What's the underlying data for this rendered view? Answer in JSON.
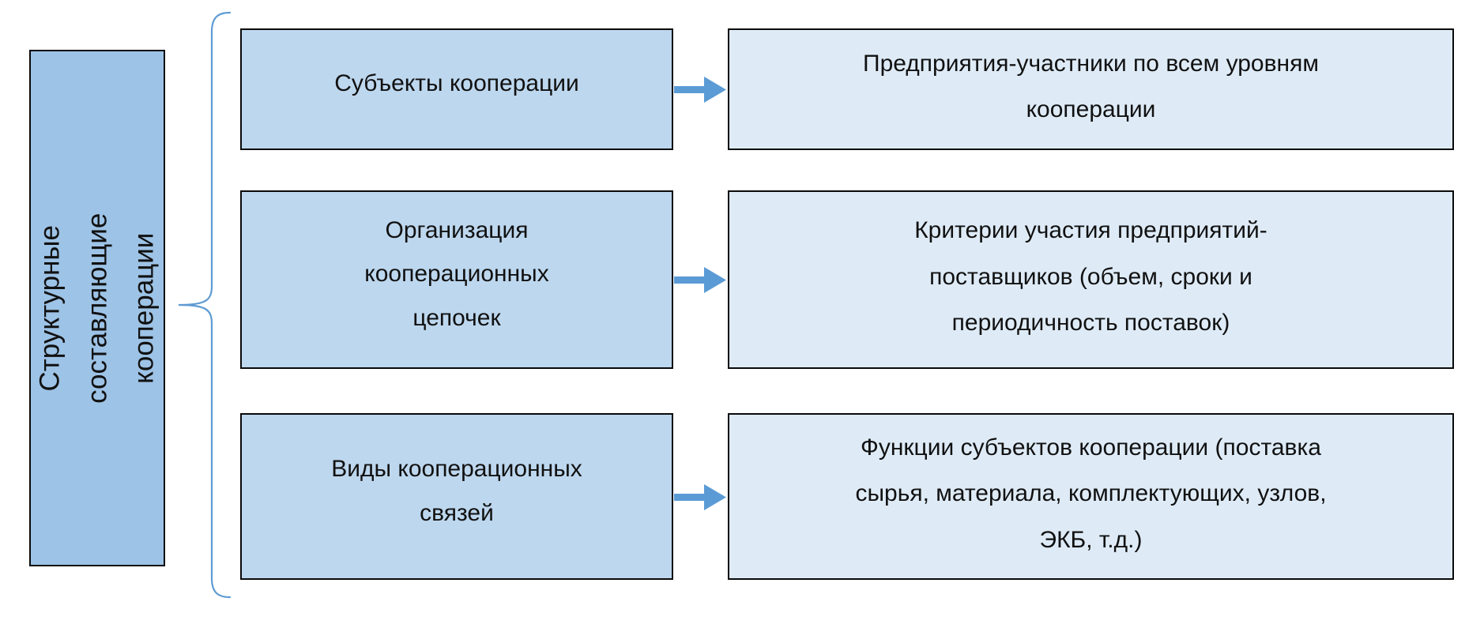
{
  "diagram": {
    "category_box": {
      "label": "Структурные составляющие\nкооперации"
    },
    "rows": [
      {
        "left": "Субъекты кооперации",
        "right": "Предприятия-участники по всем уровням\nкооперации"
      },
      {
        "left": "Организация\nкооперационных\nцепочек",
        "right": "Критерии участия предприятий-\nпоставщиков (объем, сроки и\nпериодичность поставок)"
      },
      {
        "left": "Виды кооперационных\nсвязей",
        "right": "Функции субъектов кооперации (поставка\nсырья, материала, комплектующих, узлов,\nЭКБ, т.д.)"
      }
    ],
    "icons": {
      "arrow": "right-arrow",
      "brace": "left-curly-brace"
    },
    "colors": {
      "category_fill": "#9DC3E6",
      "left_fill": "#BDD7EE",
      "right_fill": "#DEEBF7",
      "accent": "#5B9BD5",
      "brace_color": "#5E9BD3",
      "border_color": "#0A0A0A",
      "text_color": "#111111"
    }
  }
}
